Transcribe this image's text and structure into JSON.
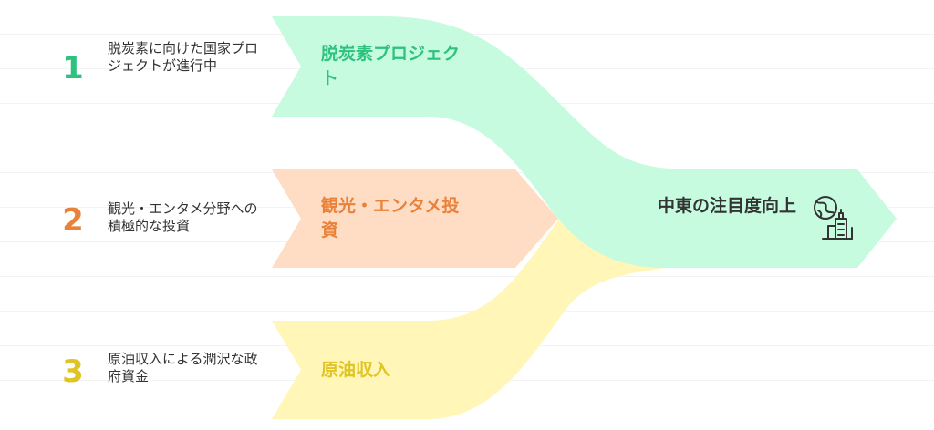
{
  "colors": {
    "green_fill": "#c6fbe0",
    "green_text": "#2ec27e",
    "orange_fill": "#ffdcc4",
    "orange_text": "#e8823a",
    "yellow_fill": "#fff6b8",
    "yellow_text": "#e0c423",
    "dark_text": "#333333"
  },
  "items": [
    {
      "number": "1",
      "description": "脱炭素に向けた国家プロジェクトが進行中",
      "label": "脱炭素プロジェクト"
    },
    {
      "number": "2",
      "description": "観光・エンタメ分野への積極的な投資",
      "label": "観光・エンタメ投資"
    },
    {
      "number": "3",
      "description": "原油収入による潤沢な政府資金",
      "label": "原油収入"
    }
  ],
  "result": {
    "label": "中東の注目度向上",
    "icon": "globe-city-icon"
  }
}
